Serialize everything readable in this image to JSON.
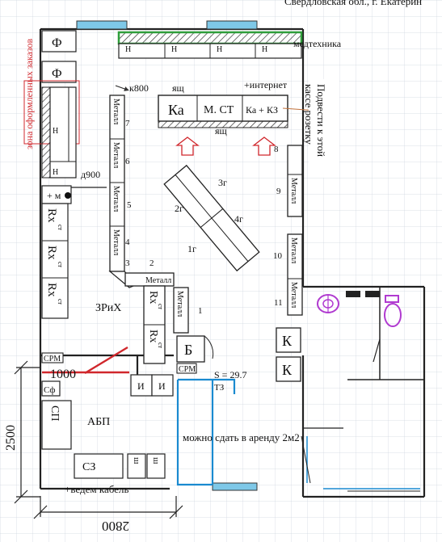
{
  "header_text": "Свердловская обл., г. Екатерин",
  "labels": {
    "medtech": "медтехника",
    "k800": "к800",
    "yashch_top": "ящ",
    "internet": "+интернет",
    "ka": "Ка",
    "m_st": "М. СТ",
    "ka_k3": "Ка + КЗ",
    "yashch_bottom": "ящ",
    "note_socket": "Подвести к этой кассе розетку",
    "zone": "зона оформленных заказов",
    "d900": "д900",
    "plus_m": "+ м",
    "rx_st": "Rx",
    "st": "ст",
    "metall": "Металл",
    "zriх": "ЗРиХ",
    "g3": "3г",
    "g2": "2г",
    "g4": "4г",
    "g1": "1г",
    "b": "Б",
    "srm": "СРМ",
    "s_area": "S = 29.7",
    "tz": "ТЗ",
    "rent": "можно сдать в аренду 2м2",
    "abp": "АБП",
    "sf": "Сф",
    "sp": "СП",
    "s3": "СЗ",
    "sh": "ш",
    "i": "И",
    "k": "К",
    "f": "Ф",
    "n": "Н",
    "cable": "+ведем кабель",
    "dim_1000": "1000",
    "dim_2500": "2500",
    "dim_2800": "2800",
    "num_1": "1",
    "num_2": "2",
    "num_3": "3",
    "num_4": "4",
    "num_5": "5",
    "num_6": "6",
    "num_7": "7",
    "num_8": "8",
    "num_9": "9",
    "num_10": "10",
    "num_11": "11"
  },
  "colors": {
    "grid": "#cfd6e0",
    "wall": "#222222",
    "medtech_frame": "#2e9e3a",
    "window": "#7ec8e8",
    "zone_red": "#d0272c",
    "rent_blue": "#1a8ad0",
    "arrow_red": "#d0272c",
    "fixture": "#b03ad0"
  }
}
